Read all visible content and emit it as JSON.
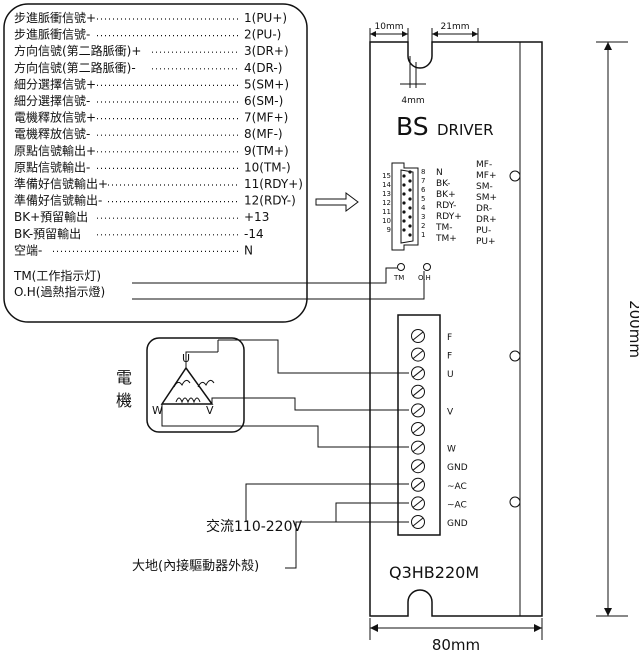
{
  "signal_list": [
    {
      "label": "步進脈衝信號+",
      "pin": "1(PU+)"
    },
    {
      "label": "步進脈衝信號-",
      "pin": "2(PU-)"
    },
    {
      "label": "方向信號(第二路脈衝)+",
      "pin": "3(DR+)"
    },
    {
      "label": "方向信號(第二路脈衝)-",
      "pin": "4(DR-)"
    },
    {
      "label": "細分選擇信號+",
      "pin": "5(SM+)"
    },
    {
      "label": "細分選擇信號-",
      "pin": "6(SM-)"
    },
    {
      "label": "電機釋放信號+",
      "pin": "7(MF+)"
    },
    {
      "label": "電機釋放信號-",
      "pin": "8(MF-)"
    },
    {
      "label": "原點信號輸出+",
      "pin": "9(TM+)"
    },
    {
      "label": "原點信號輸出-",
      "pin": "10(TM-)"
    },
    {
      "label": "準備好信號輸出+",
      "pin": "11(RDY+)"
    },
    {
      "label": "準備好信號輸出-",
      "pin": "12(RDY-)"
    },
    {
      "label": "BK+預留輸出",
      "pin": "+13"
    },
    {
      "label": "BK-預留輸出",
      "pin": "-14"
    },
    {
      "label": "空端-",
      "pin": "N"
    }
  ],
  "indicators": [
    {
      "label": "TM(工作指示灯)"
    },
    {
      "label": "O.H(過熱指示燈)"
    }
  ],
  "led_labels": {
    "tm": "TM",
    "oh": "O.H"
  },
  "dimensions": {
    "top_left": "10mm",
    "top_right": "21mm",
    "slot": "4mm",
    "height": "200mm",
    "width": "80mm"
  },
  "brand": {
    "big": "BS",
    "small": "DRIVER"
  },
  "model": "Q3HB220M",
  "connector": {
    "pins_left": [
      "15",
      "14",
      "13",
      "12",
      "11",
      "10",
      "9"
    ],
    "pins_right": [
      "8",
      "7",
      "6",
      "5",
      "4",
      "3",
      "2",
      "1"
    ],
    "labels_left": [
      "N",
      "BK-",
      "BK+",
      "RDY-",
      "RDY+",
      "TM-",
      "TM+"
    ],
    "labels_right": [
      "MF-",
      "MF+",
      "SM-",
      "SM+",
      "DR-",
      "DR+",
      "PU-",
      "PU+"
    ]
  },
  "terminals": [
    "F",
    "F",
    "U",
    "",
    "V",
    "",
    "W",
    "GND",
    "~AC",
    "~AC",
    "GND"
  ],
  "motor": {
    "title_1": "電",
    "title_2": "機",
    "u": "U",
    "v": "V",
    "w": "W"
  },
  "ac_label": "交流110-220V",
  "ground_label": "大地(內接驅動器外殼)"
}
